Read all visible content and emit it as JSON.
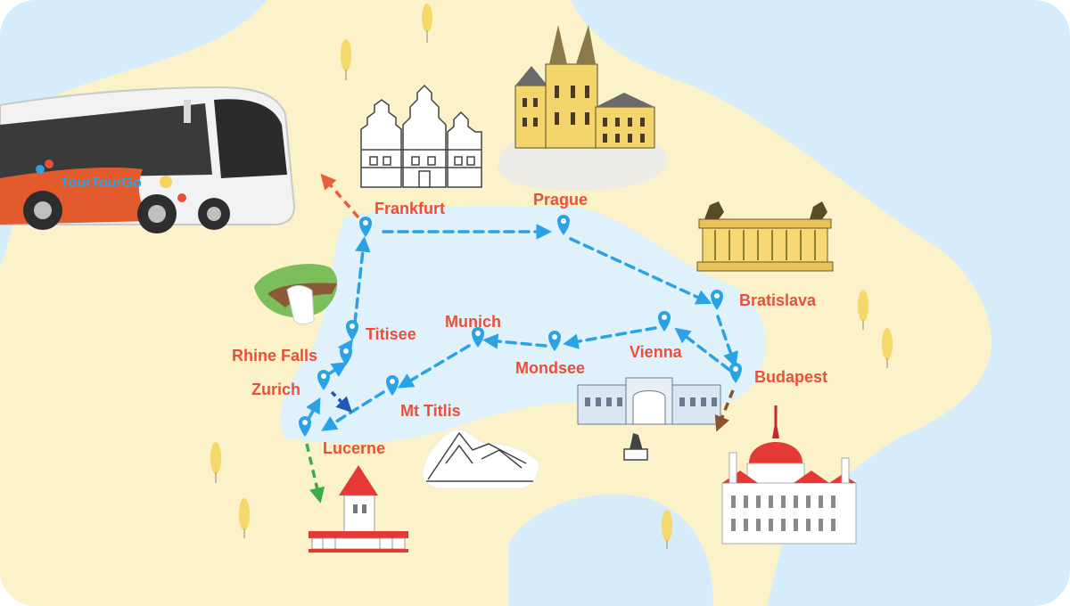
{
  "brand": {
    "name": "TourTourGo"
  },
  "colors": {
    "sea": "#d7ecfb",
    "land": "#fbf2c9",
    "route_region": "#dff1fb",
    "route": "#2aa3e6",
    "label": "#e8503a",
    "exit_arrow": "#e8603a",
    "end_arrow": "#3aac4a",
    "budapest_arrow": "#8a5230",
    "zurich_arrow": "#1f58b8",
    "tree": "#f4d86a"
  },
  "stops": [
    {
      "id": "frankfurt",
      "name": "Frankfurt"
    },
    {
      "id": "prague",
      "name": "Prague"
    },
    {
      "id": "bratislava",
      "name": "Bratislava"
    },
    {
      "id": "budapest",
      "name": "Budapest"
    },
    {
      "id": "vienna",
      "name": "Vienna"
    },
    {
      "id": "mondsee",
      "name": "Mondsee"
    },
    {
      "id": "munich",
      "name": "Munich"
    },
    {
      "id": "mt-titlis",
      "name": "Mt Titlis"
    },
    {
      "id": "lucerne",
      "name": "Lucerne"
    },
    {
      "id": "zurich",
      "name": "Zurich"
    },
    {
      "id": "rhine-falls",
      "name": "Rhine Falls"
    },
    {
      "id": "titisee",
      "name": "Titisee"
    }
  ],
  "landmarks": [
    {
      "id": "bus",
      "icon": "tour-bus-icon"
    },
    {
      "id": "frankfurt",
      "icon": "frankfurt-romerberg-icon"
    },
    {
      "id": "prague",
      "icon": "prague-tyn-church-icon"
    },
    {
      "id": "bratislava",
      "icon": "bratislava-monument-icon"
    },
    {
      "id": "budapest",
      "icon": "budapest-parliament-icon"
    },
    {
      "id": "vienna",
      "icon": "vienna-palace-icon"
    },
    {
      "id": "mt-titlis",
      "icon": "mountain-icon"
    },
    {
      "id": "lucerne",
      "icon": "chapel-bridge-tower-icon"
    },
    {
      "id": "rhine-falls",
      "icon": "waterfall-icon"
    }
  ]
}
